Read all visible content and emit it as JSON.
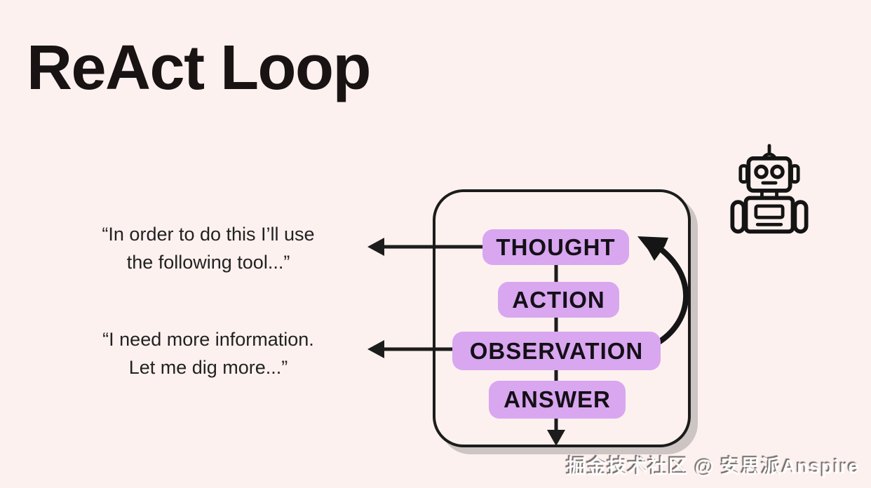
{
  "title": "ReAct Loop",
  "diagram": {
    "container": "loop-box",
    "steps": [
      {
        "label": "THOUGHT"
      },
      {
        "label": "ACTION"
      },
      {
        "label": "OBSERVATION"
      },
      {
        "label": "ANSWER"
      }
    ]
  },
  "annotations": {
    "thought_quote": {
      "line1": "“In order to do this I’ll use",
      "line2": "the following tool...”"
    },
    "observation_quote": {
      "line1": "“I need more information.",
      "line2": "Let me dig more...”"
    }
  },
  "icons": {
    "robot": "robot-icon"
  },
  "watermark": "掘金技术社区 @ 安思派Anspire",
  "colors": {
    "background": "#fdf1ef",
    "pill": "#d9a6f0",
    "ink": "#191313",
    "line": "#1c1c1c",
    "shadow": "#ccc5c3"
  }
}
